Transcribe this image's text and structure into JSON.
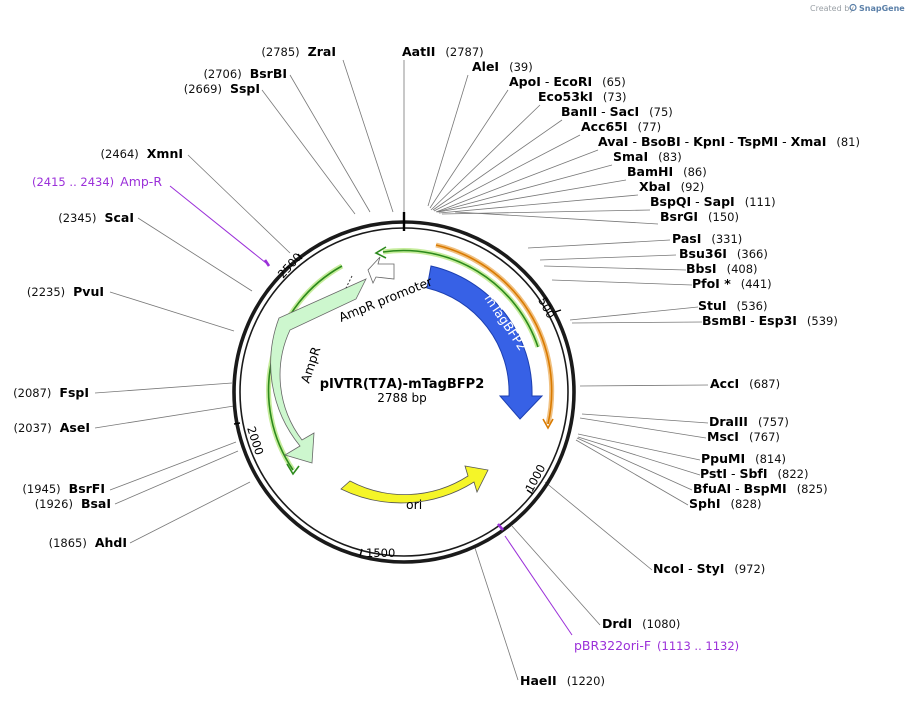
{
  "credit": {
    "prefix": "Created by",
    "brand": "SnapGene"
  },
  "plasmid": {
    "name": "pIVTR(T7A)-mTagBFP2",
    "size": "2788 bp"
  },
  "ticks": [
    "500",
    "1000",
    "1500",
    "2000",
    "2500"
  ],
  "features": {
    "mtagbfp2": {
      "label": "mTagBFP2",
      "color": "#3761e6"
    },
    "ampr": {
      "label": "AmpR",
      "color": "#cdf7ce"
    },
    "ampr_promoter": {
      "label": "AmpR promoter",
      "color": "#ffffff"
    },
    "ori": {
      "label": "ori",
      "color": "#f5f528"
    }
  },
  "enzyme_labels": [
    {
      "pos": "(2785)",
      "names": [
        "ZraI"
      ]
    },
    {
      "pos": "(2787)",
      "names": [
        "AatII"
      ]
    },
    {
      "pos": "(39)",
      "names": [
        "AleI"
      ]
    },
    {
      "pos": "(65)",
      "names": [
        "ApoI",
        "EcoRI"
      ]
    },
    {
      "pos": "(73)",
      "names": [
        "Eco53kI"
      ]
    },
    {
      "pos": "(75)",
      "names": [
        "BanII",
        "SacI"
      ]
    },
    {
      "pos": "(77)",
      "names": [
        "Acc65I"
      ]
    },
    {
      "pos": "(81)",
      "names": [
        "AvaI",
        "BsoBI",
        "KpnI",
        "TspMI",
        "XmaI"
      ]
    },
    {
      "pos": "(83)",
      "names": [
        "SmaI"
      ]
    },
    {
      "pos": "(86)",
      "names": [
        "BamHI"
      ]
    },
    {
      "pos": "(92)",
      "names": [
        "XbaI"
      ]
    },
    {
      "pos": "(111)",
      "names": [
        "BspQI",
        "SapI"
      ]
    },
    {
      "pos": "(150)",
      "names": [
        "BsrGI"
      ]
    },
    {
      "pos": "(331)",
      "names": [
        "PasI"
      ]
    },
    {
      "pos": "(366)",
      "names": [
        "Bsu36I"
      ]
    },
    {
      "pos": "(408)",
      "names": [
        "BbsI"
      ]
    },
    {
      "pos": "(441)",
      "names": [
        "PfoI *"
      ]
    },
    {
      "pos": "(536)",
      "names": [
        "StuI"
      ]
    },
    {
      "pos": "(539)",
      "names": [
        "BsmBI",
        "Esp3I"
      ]
    },
    {
      "pos": "(687)",
      "names": [
        "AccI"
      ]
    },
    {
      "pos": "(757)",
      "names": [
        "DraIII"
      ]
    },
    {
      "pos": "(767)",
      "names": [
        "MscI"
      ]
    },
    {
      "pos": "(814)",
      "names": [
        "PpuMI"
      ]
    },
    {
      "pos": "(822)",
      "names": [
        "PstI",
        "SbfI"
      ]
    },
    {
      "pos": "(825)",
      "names": [
        "BfuAI",
        "BspMI"
      ]
    },
    {
      "pos": "(828)",
      "names": [
        "SphI"
      ]
    },
    {
      "pos": "(972)",
      "names": [
        "NcoI",
        "StyI"
      ]
    },
    {
      "pos": "(1080)",
      "names": [
        "DrdI"
      ]
    },
    {
      "pos": "(1220)",
      "names": [
        "HaeII"
      ]
    },
    {
      "pos": "(2706)",
      "names": [
        "BsrBI"
      ]
    },
    {
      "pos": "(2669)",
      "names": [
        "SspI"
      ]
    },
    {
      "pos": "(2464)",
      "names": [
        "XmnI"
      ]
    },
    {
      "pos": "(2345)",
      "names": [
        "ScaI"
      ]
    },
    {
      "pos": "(2235)",
      "names": [
        "PvuI"
      ]
    },
    {
      "pos": "(2087)",
      "names": [
        "FspI"
      ]
    },
    {
      "pos": "(2037)",
      "names": [
        "AseI"
      ]
    },
    {
      "pos": "(1945)",
      "names": [
        "BsrFI"
      ]
    },
    {
      "pos": "(1926)",
      "names": [
        "BsaI"
      ]
    },
    {
      "pos": "(1865)",
      "names": [
        "AhdI"
      ]
    }
  ],
  "primers": [
    {
      "name": "pBR322ori-F",
      "range": "(1113 .. 1132)"
    },
    {
      "name": "Amp-R",
      "range": "(2415 .. 2434)"
    }
  ]
}
